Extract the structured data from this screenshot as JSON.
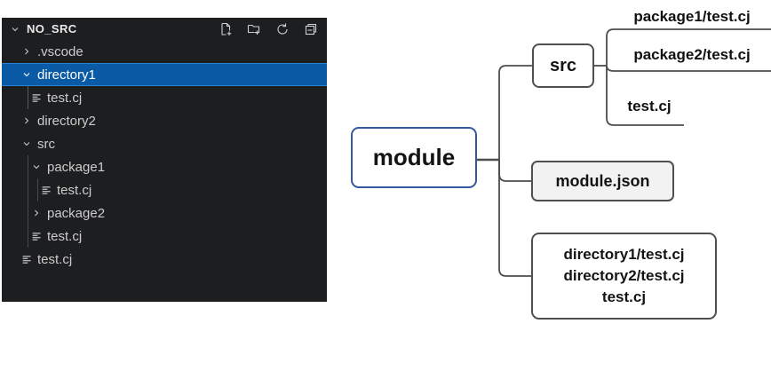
{
  "explorer": {
    "title": "NO_SRC",
    "actions": [
      {
        "name": "new-file",
        "label": "New File"
      },
      {
        "name": "new-folder",
        "label": "New Folder"
      },
      {
        "name": "refresh",
        "label": "Refresh Explorer"
      },
      {
        "name": "collapse-all",
        "label": "Collapse Folders in Explorer"
      }
    ],
    "tree": [
      {
        "label": ".vscode",
        "type": "folder",
        "state": "collapsed",
        "level": 1,
        "selected": false
      },
      {
        "label": "directory1",
        "type": "folder",
        "state": "expanded",
        "level": 1,
        "selected": true
      },
      {
        "label": "test.cj",
        "type": "file",
        "level": 2,
        "selected": false
      },
      {
        "label": "directory2",
        "type": "folder",
        "state": "collapsed",
        "level": 1,
        "selected": false
      },
      {
        "label": "src",
        "type": "folder",
        "state": "expanded",
        "level": 1,
        "selected": false
      },
      {
        "label": "package1",
        "type": "folder",
        "state": "expanded",
        "level": 2,
        "selected": false
      },
      {
        "label": "test.cj",
        "type": "file",
        "level": 3,
        "selected": false
      },
      {
        "label": "package2",
        "type": "folder",
        "state": "collapsed",
        "level": 2,
        "selected": false
      },
      {
        "label": "test.cj",
        "type": "file",
        "level": 2,
        "selected": false
      },
      {
        "label": "test.cj",
        "type": "file",
        "level": 1,
        "selected": false
      }
    ],
    "colors": {
      "panel_bg": "#1d1e20",
      "text": "#cccccc",
      "selection_bg": "#0b5aa5",
      "selection_border": "#2b7fd4",
      "selection_text": "#ffffff",
      "indent_guide": "#47474c"
    }
  },
  "diagram": {
    "root": {
      "label": "module"
    },
    "src": {
      "label": "src"
    },
    "module_json": {
      "label": "module.json"
    },
    "dir_box": {
      "lines": [
        "directory1/test.cj",
        "directory2/test.cj",
        "test.cj"
      ]
    },
    "src_children": [
      {
        "label": "package1/test.cj"
      },
      {
        "label": "package2/test.cj"
      },
      {
        "label": "test.cj"
      }
    ],
    "colors": {
      "root_border": "#35599c",
      "node_border": "#4f4f4f",
      "connector": "#4d4d4d",
      "module_json_fill": "#f2f2f2"
    }
  }
}
